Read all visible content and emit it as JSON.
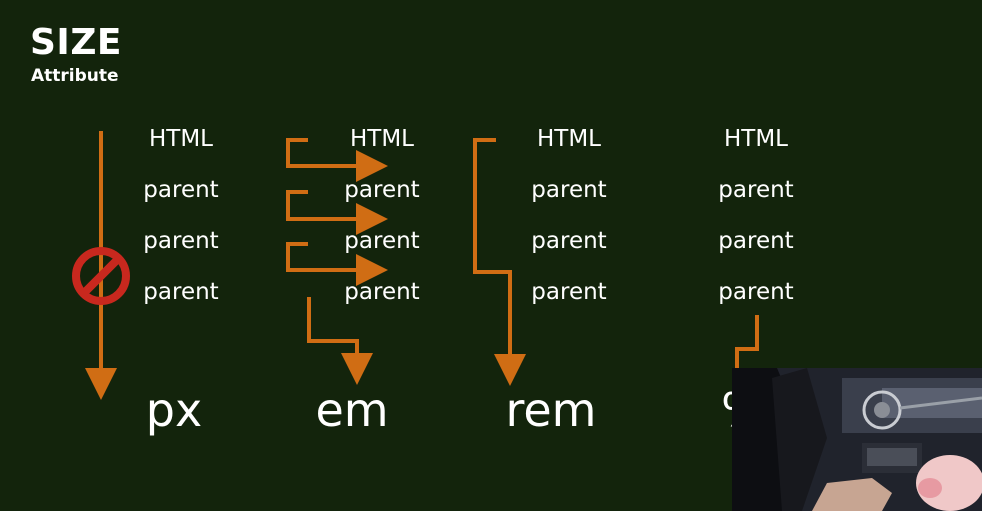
{
  "header": {
    "title": "SIZE",
    "subtitle": "Attribute"
  },
  "columns": [
    {
      "rows": [
        "HTML",
        "parent",
        "parent",
        "parent"
      ],
      "unit": "px"
    },
    {
      "rows": [
        "HTML",
        "parent",
        "parent",
        "parent"
      ],
      "unit": "em"
    },
    {
      "rows": [
        "HTML",
        "parent",
        "parent",
        "parent"
      ],
      "unit": "rem"
    },
    {
      "rows": [
        "HTML",
        "parent",
        "parent",
        "parent"
      ],
      "unit": "%"
    }
  ],
  "colors": {
    "background": "#13240c",
    "arrow": "#d06d14",
    "prohibited": "#c8281e"
  },
  "icons": [
    "prohibited-icon"
  ]
}
